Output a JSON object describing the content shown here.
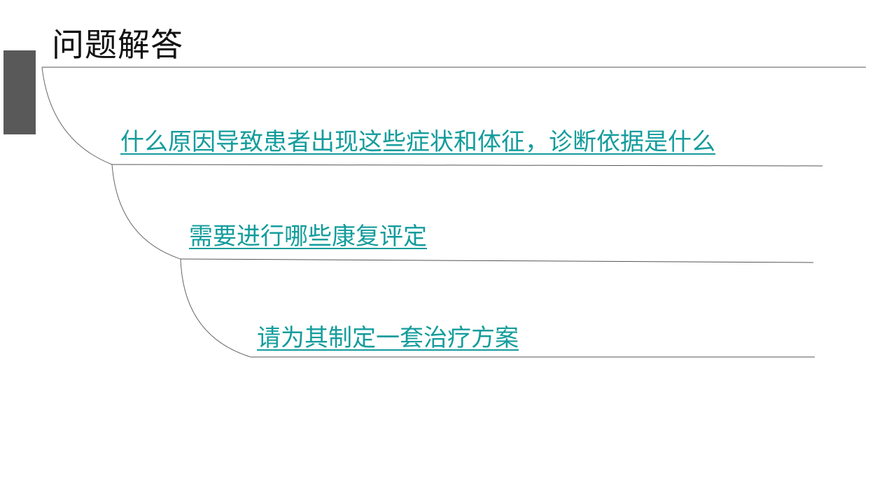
{
  "slide": {
    "title": "问题解答",
    "accent_color": "#595959",
    "link_color": "#149c9c",
    "questions": [
      {
        "text": "什么原因导致患者出现这些症状和体征，诊断依据是什么"
      },
      {
        "text": "需要进行哪些康复评定"
      },
      {
        "text": "请为其制定一套治疗方案"
      }
    ]
  }
}
